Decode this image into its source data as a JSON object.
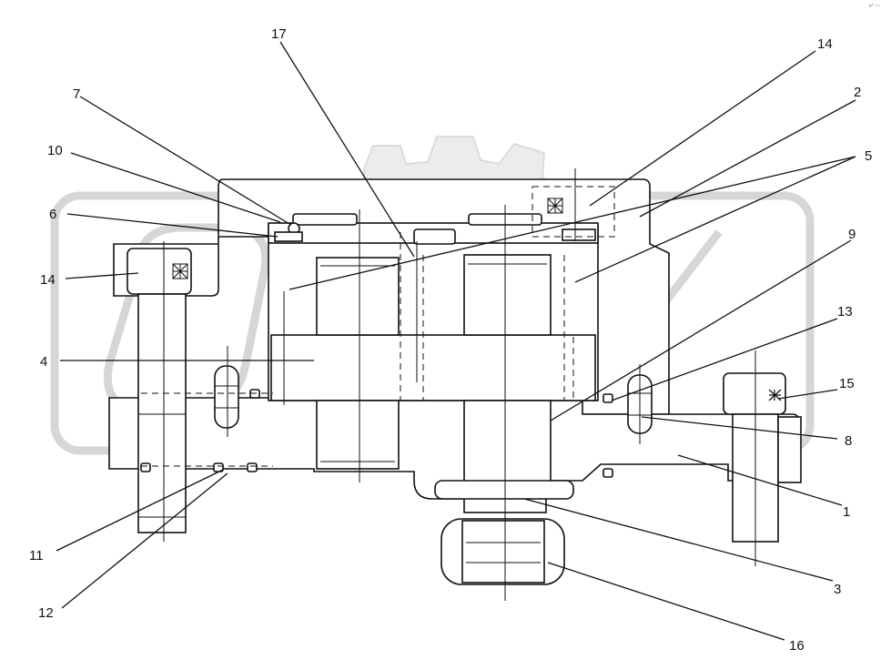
{
  "corner_mark": "s* ~~",
  "watermark": {
    "text": "OPEX",
    "color": "#d9d9d9"
  },
  "callouts": [
    {
      "id": "c1",
      "label": "1"
    },
    {
      "id": "c2",
      "label": "2"
    },
    {
      "id": "c3",
      "label": "3"
    },
    {
      "id": "c4",
      "label": "4"
    },
    {
      "id": "c5",
      "label": "5"
    },
    {
      "id": "c6",
      "label": "6"
    },
    {
      "id": "c7",
      "label": "7"
    },
    {
      "id": "c8",
      "label": "8"
    },
    {
      "id": "c9",
      "label": "9"
    },
    {
      "id": "c10",
      "label": "10"
    },
    {
      "id": "c11",
      "label": "11"
    },
    {
      "id": "c12",
      "label": "12"
    },
    {
      "id": "c13",
      "label": "13"
    },
    {
      "id": "c14a",
      "label": "14"
    },
    {
      "id": "c14b",
      "label": "14"
    },
    {
      "id": "c15",
      "label": "15"
    },
    {
      "id": "c16",
      "label": "16"
    },
    {
      "id": "c17",
      "label": "17"
    }
  ],
  "colors": {
    "line": "#111111",
    "background": "#ffffff",
    "watermark": "#d9d9d9"
  }
}
